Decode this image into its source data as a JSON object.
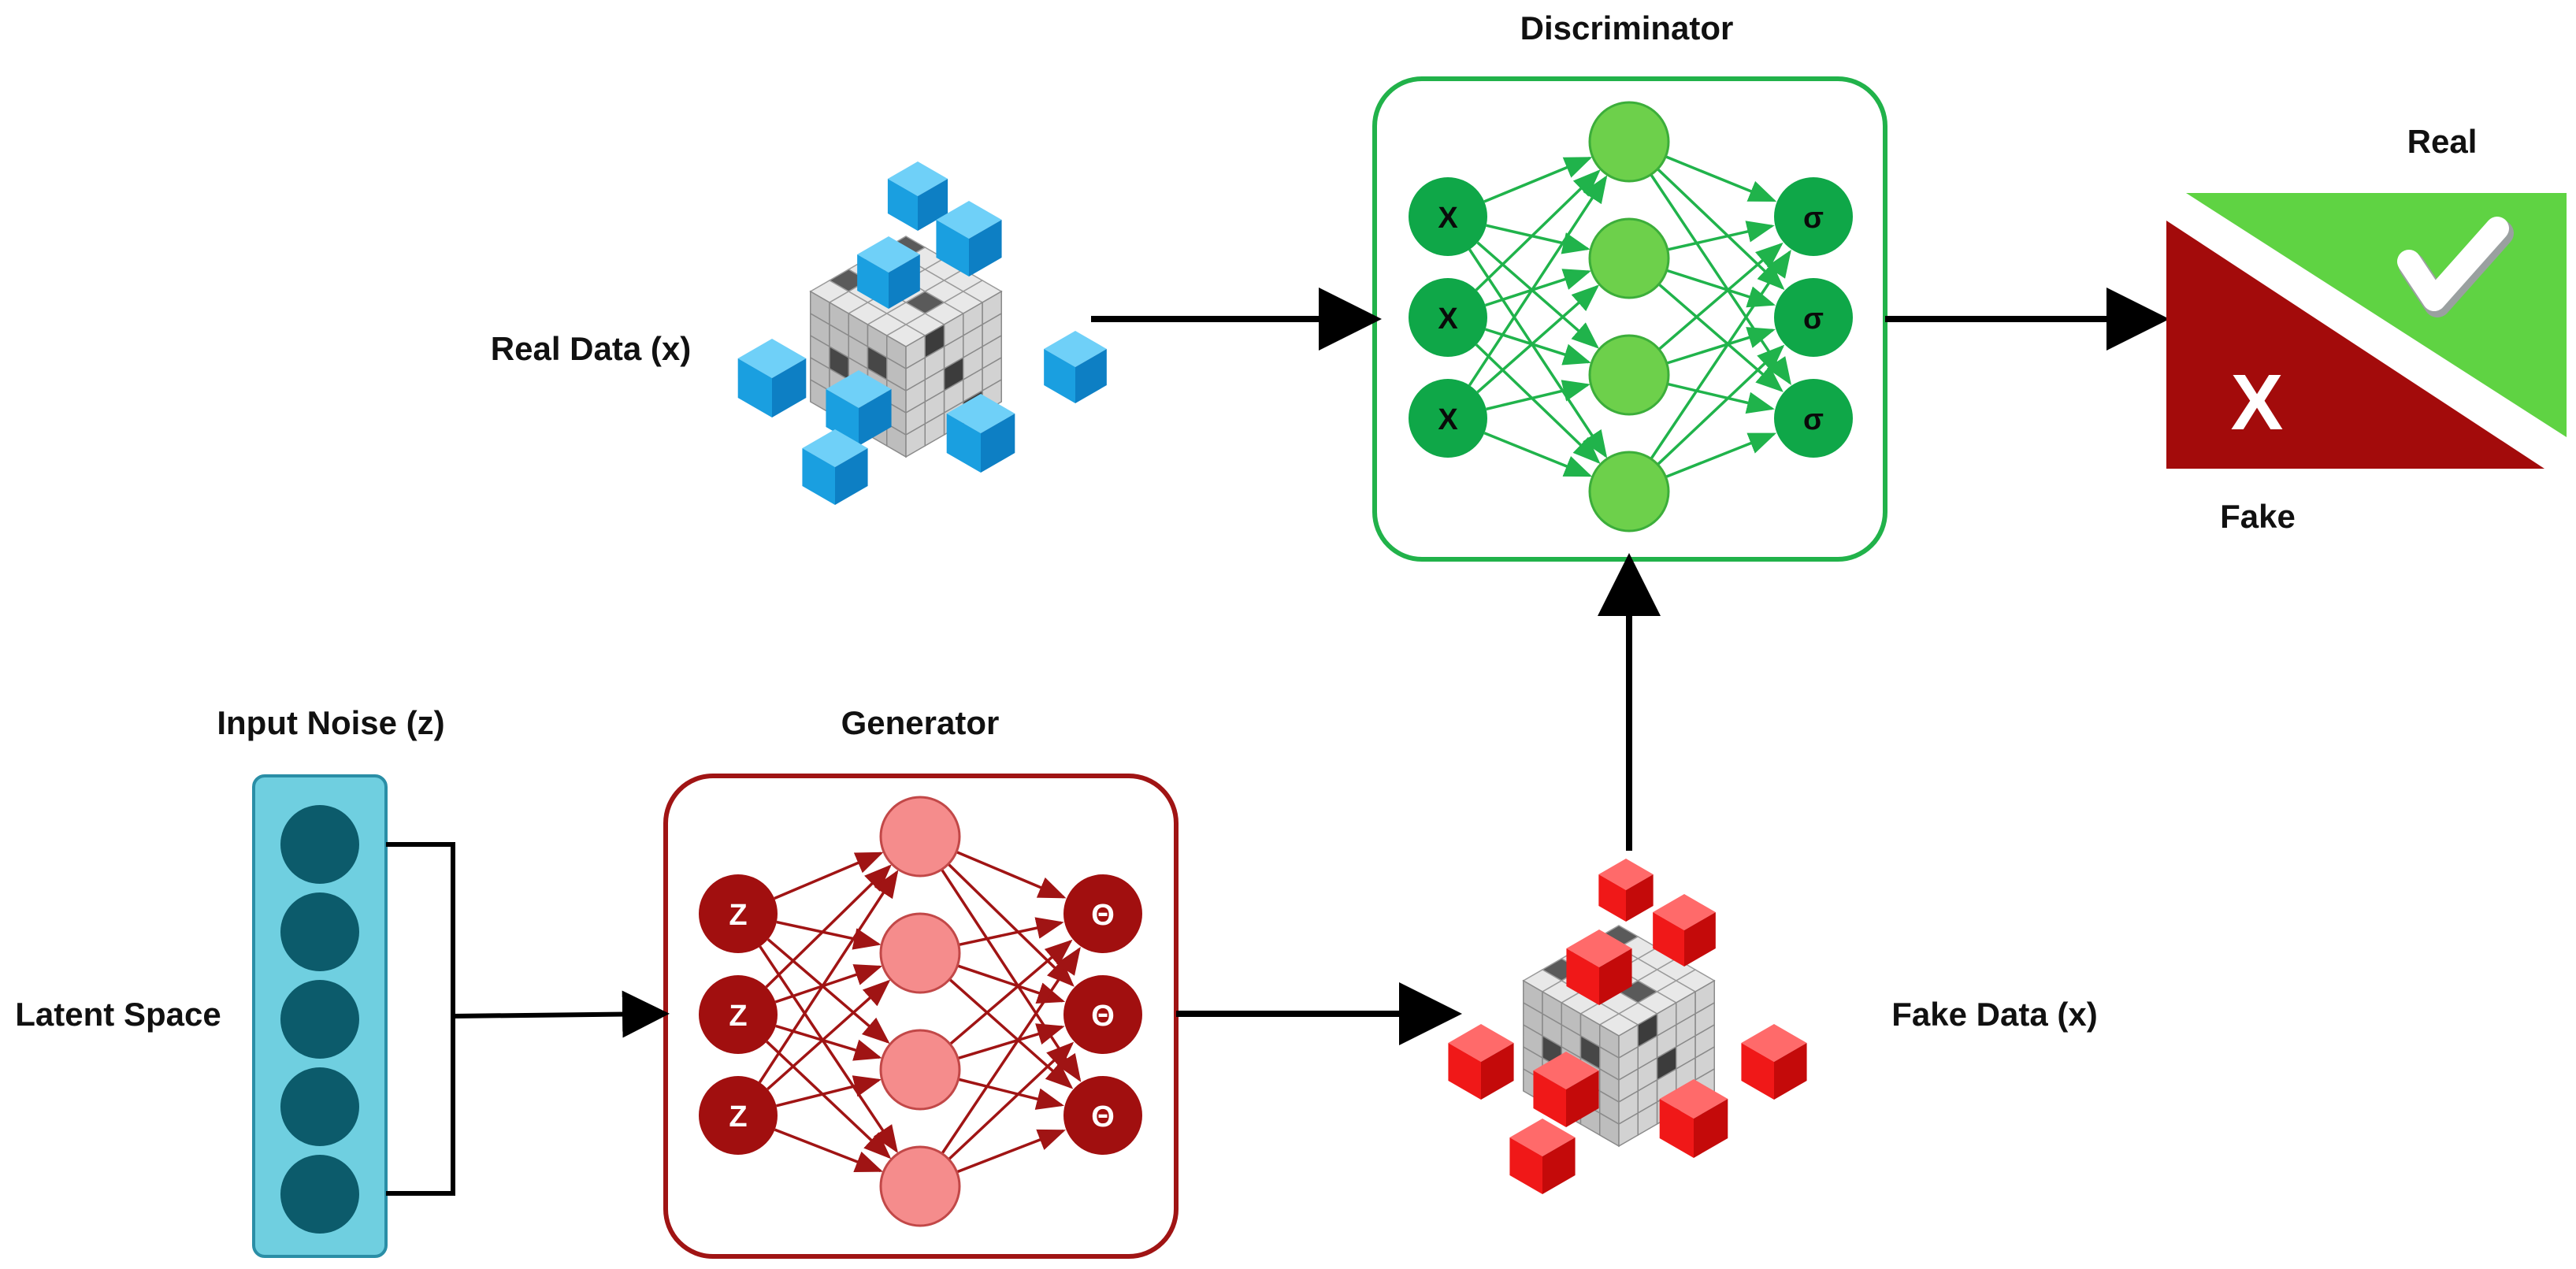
{
  "labels": {
    "discriminator": "Discriminator",
    "generator": "Generator",
    "input_noise": "Input Noise (z)",
    "latent_space": "Latent Space",
    "real_data": "Real Data (x)",
    "fake_data": "Fake Data (x)",
    "real": "Real",
    "fake": "Fake"
  },
  "discriminator": {
    "input_nodes": [
      "X",
      "X",
      "X"
    ],
    "hidden_count": 4,
    "output_nodes": [
      "σ",
      "σ",
      "σ"
    ]
  },
  "generator": {
    "input_nodes": [
      "Z",
      "Z",
      "Z"
    ],
    "hidden_count": 4,
    "output_nodes": [
      "Θ",
      "Θ",
      "Θ"
    ]
  },
  "latent": {
    "node_count": 5
  },
  "verdict": {
    "real_mark": "check-icon",
    "fake_mark": "X"
  },
  "colors": {
    "discriminator_border": "#21b24a",
    "discriminator_io": "#0fa748",
    "discriminator_hidden": "#6dd04b",
    "generator_border": "#a01414",
    "generator_io": "#a10f0f",
    "generator_hidden": "#f58c8c",
    "latent_fill": "#6fcfe0",
    "latent_node": "#0c5b6b",
    "real_cubes": "#1aa6ea",
    "fake_cubes": "#f01818",
    "verdict_real": "#5fd343",
    "verdict_fake": "#a30b0b"
  }
}
